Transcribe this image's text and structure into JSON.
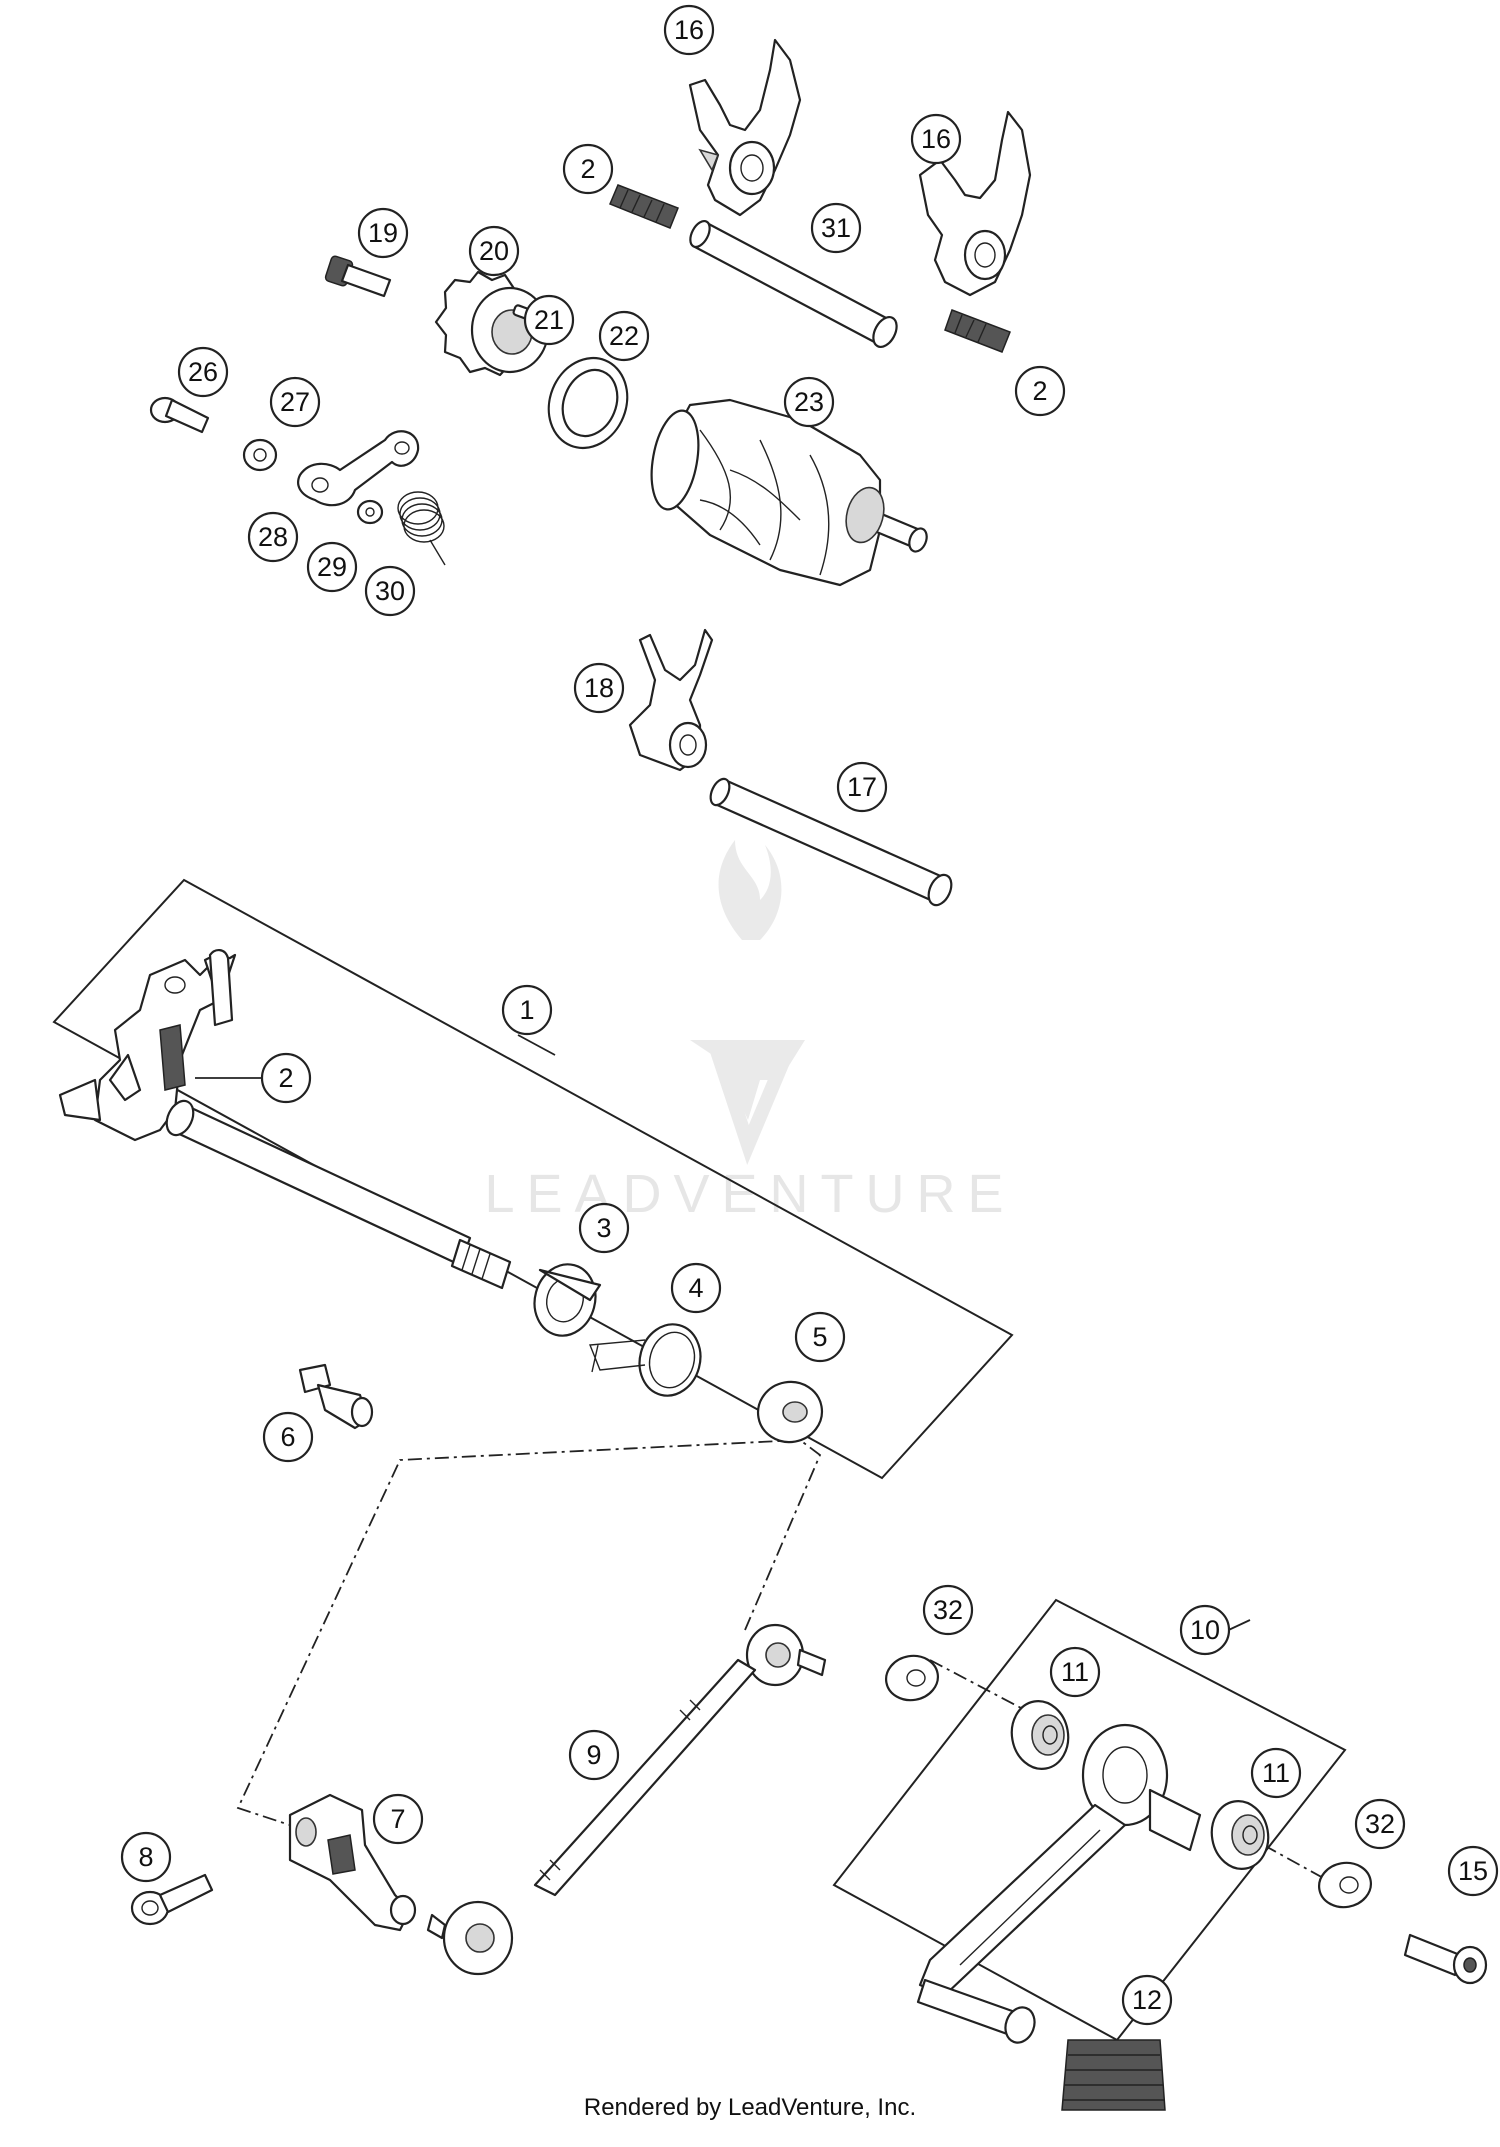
{
  "watermark": {
    "brand": "LEADVENTURE"
  },
  "credit": "Rendered by LeadVenture, Inc.",
  "callouts": [
    {
      "id": "c16a",
      "label": "16"
    },
    {
      "id": "c16b",
      "label": "16"
    },
    {
      "id": "c2a",
      "label": "2"
    },
    {
      "id": "c31",
      "label": "31"
    },
    {
      "id": "c2b",
      "label": "2"
    },
    {
      "id": "c19",
      "label": "19"
    },
    {
      "id": "c20",
      "label": "20"
    },
    {
      "id": "c21",
      "label": "21"
    },
    {
      "id": "c22",
      "label": "22"
    },
    {
      "id": "c23",
      "label": "23"
    },
    {
      "id": "c26",
      "label": "26"
    },
    {
      "id": "c27",
      "label": "27"
    },
    {
      "id": "c28",
      "label": "28"
    },
    {
      "id": "c29",
      "label": "29"
    },
    {
      "id": "c30",
      "label": "30"
    },
    {
      "id": "c18",
      "label": "18"
    },
    {
      "id": "c17",
      "label": "17"
    },
    {
      "id": "c1",
      "label": "1"
    },
    {
      "id": "c2c",
      "label": "2"
    },
    {
      "id": "c3",
      "label": "3"
    },
    {
      "id": "c4",
      "label": "4"
    },
    {
      "id": "c5",
      "label": "5"
    },
    {
      "id": "c6",
      "label": "6"
    },
    {
      "id": "c32a",
      "label": "32"
    },
    {
      "id": "c10",
      "label": "10"
    },
    {
      "id": "c11a",
      "label": "11"
    },
    {
      "id": "c9",
      "label": "9"
    },
    {
      "id": "c11b",
      "label": "11"
    },
    {
      "id": "c32b",
      "label": "32"
    },
    {
      "id": "c15",
      "label": "15"
    },
    {
      "id": "c7",
      "label": "7"
    },
    {
      "id": "c8",
      "label": "8"
    },
    {
      "id": "c12",
      "label": "12"
    }
  ]
}
